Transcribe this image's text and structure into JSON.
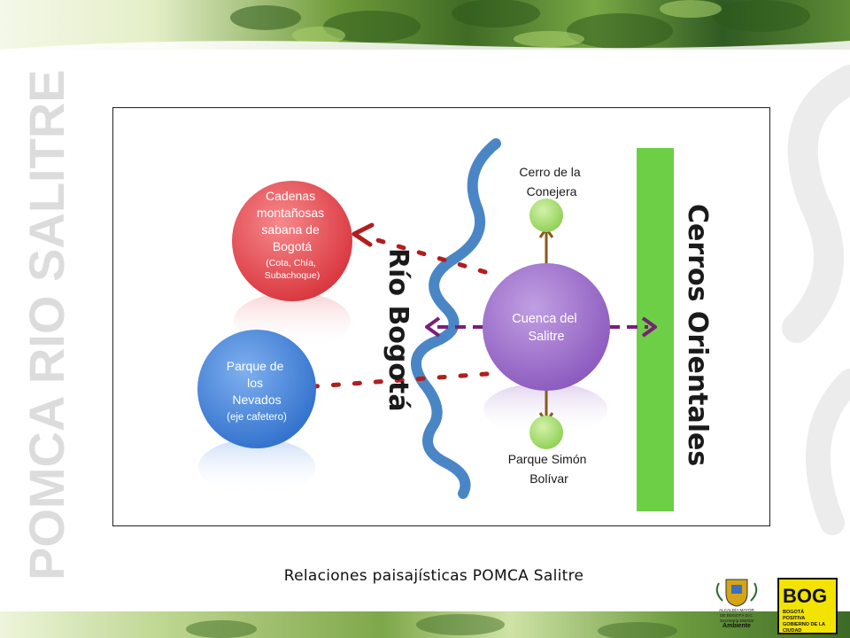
{
  "side_title": "POMCA RIO SALITRE",
  "caption": "Relaciones paisajísticas POMCA Salitre",
  "diagram": {
    "center": {
      "lines": [
        "Cuenca del",
        "Salitre"
      ]
    },
    "red_node": {
      "lines": [
        "Cadenas",
        "montañosas",
        "sabana de",
        "Bogotá"
      ],
      "sub": [
        "(Cota, Chía,",
        "Subachoque)"
      ]
    },
    "blue_node": {
      "lines": [
        "Parque de",
        "los",
        "Nevados"
      ],
      "sub": [
        "(eje cafetero)"
      ]
    },
    "top_label": [
      "Cerro de la",
      "Conejera"
    ],
    "bottom_label": [
      "Parque Simón",
      "Bolívar"
    ],
    "river_label": "Río Bogotá",
    "hills_label": "Cerros Orientales",
    "colors": {
      "center": "#9c6bc9",
      "red": "#e8484f",
      "blue": "#3f7fd8",
      "green_bar": "#6ccf45",
      "river": "#4a86c5",
      "arrow_purple": "#7a1f7a",
      "arrow_red": "#b11e1e",
      "arrow_brown": "#8a5a1c"
    }
  },
  "logos": {
    "alcaldia": [
      "ALCALDÍA MAYOR",
      "DE BOGOTÁ D.C.",
      "Secretaría Distrital",
      "Ambiente"
    ],
    "bog": {
      "big": "BOG",
      "sub": [
        "BOGOTÁ",
        "POSITIVA"
      ],
      "footer": "GOBIERNO DE LA CIUDAD"
    }
  }
}
